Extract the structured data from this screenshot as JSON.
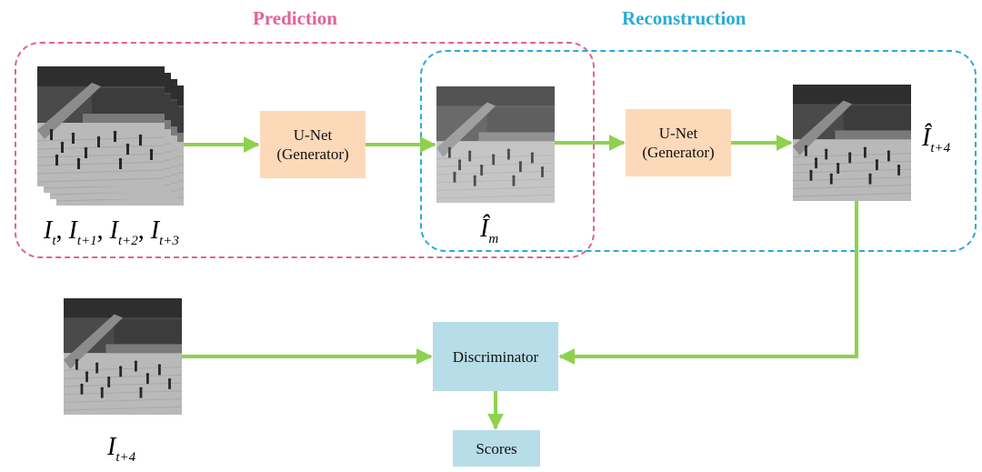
{
  "sections": {
    "prediction": {
      "label": "Prediction",
      "color": "#e2619a"
    },
    "reconstruction": {
      "label": "Reconstruction",
      "color": "#29abd8"
    }
  },
  "blocks": {
    "unet_prediction": {
      "line1": "U-Net",
      "line2": "(Generator)"
    },
    "unet_reconstruction": {
      "line1": "U-Net",
      "line2": "(Generator)"
    },
    "discriminator": {
      "label": "Discriminator"
    },
    "scores": {
      "label": "Scores"
    }
  },
  "math_labels": {
    "input_frames": [
      {
        "base": "I",
        "sub": "t"
      },
      {
        "base": "I",
        "sub": "t+1"
      },
      {
        "base": "I",
        "sub": "t+2"
      },
      {
        "base": "I",
        "sub": "t+3"
      }
    ],
    "intermediate": {
      "base": "Î",
      "sub": "m"
    },
    "reconstructed": {
      "base": "Î",
      "sub": "t+4"
    },
    "ground_truth": {
      "base": "I",
      "sub": "t+4"
    }
  },
  "colors": {
    "unet_fill": "#fcd9b8",
    "discriminator_fill": "#b7dde8",
    "arrow": "#8fd14f"
  }
}
